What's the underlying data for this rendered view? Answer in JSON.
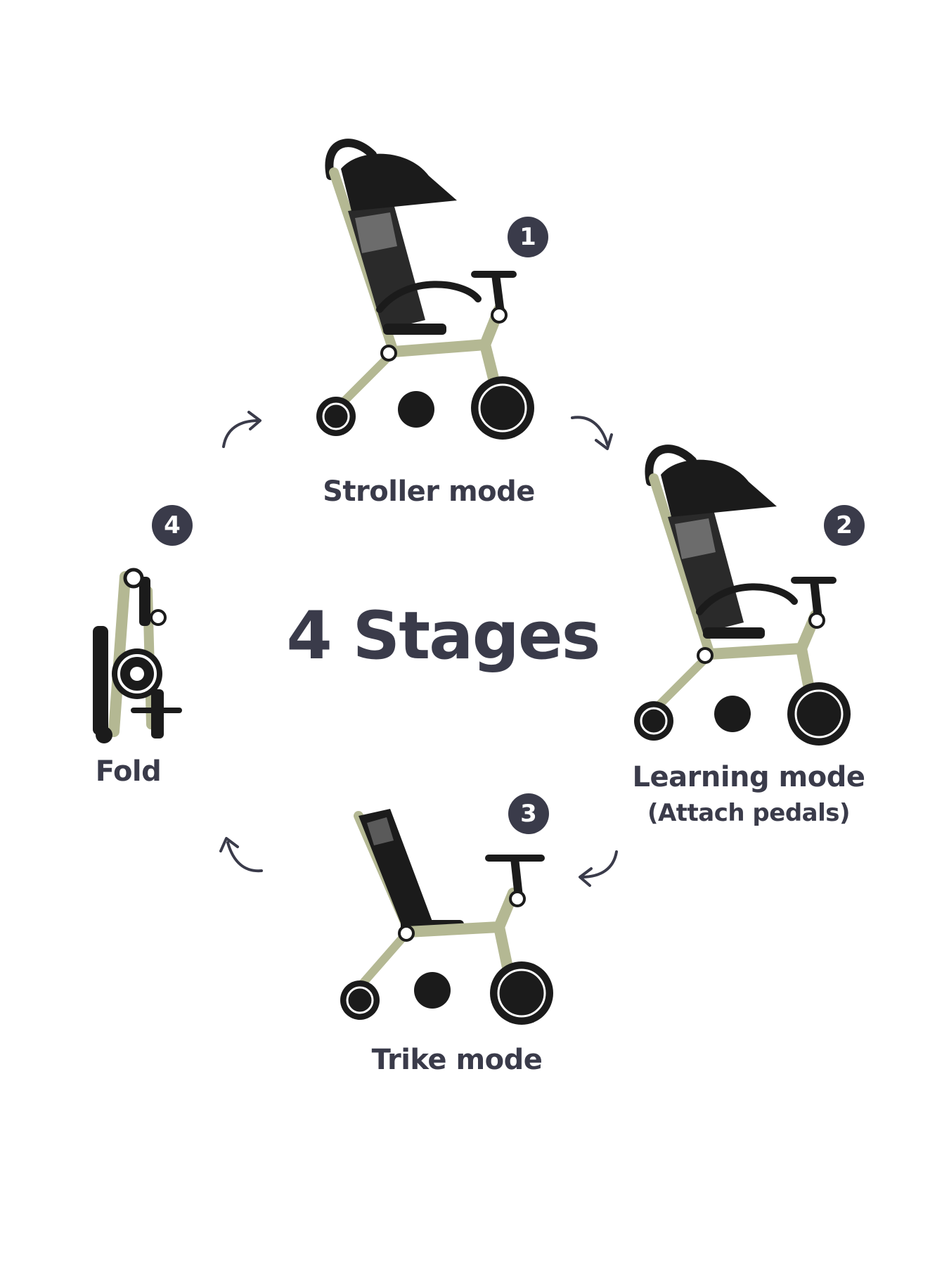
{
  "title": "4 Stages",
  "stages": [
    {
      "number": "1",
      "label": "Stroller mode",
      "sublabel": ""
    },
    {
      "number": "2",
      "label": "Learning mode",
      "sublabel": "(Attach pedals)"
    },
    {
      "number": "3",
      "label": "Trike mode",
      "sublabel": ""
    },
    {
      "number": "4",
      "label": "Fold",
      "sublabel": ""
    }
  ],
  "colors": {
    "text": "#3a3b4a",
    "frame": "#b4b893",
    "canopy": "#1b1b1b",
    "badge": "#3a3b4a"
  },
  "icons": [
    "curved-arrow-icon"
  ]
}
